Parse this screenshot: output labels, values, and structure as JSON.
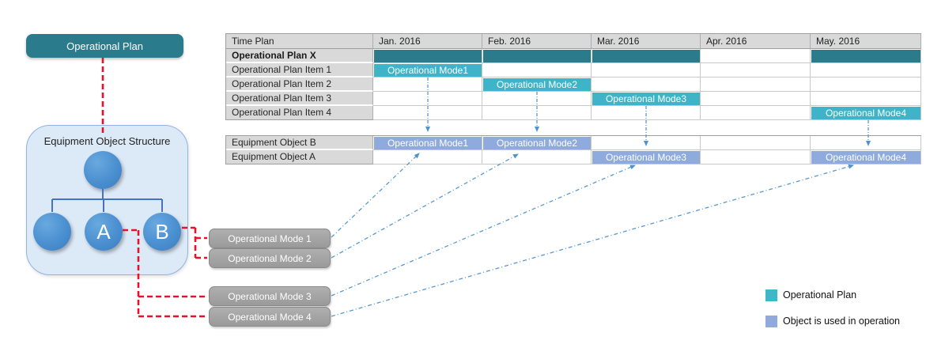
{
  "plan_box": {
    "label": "Operational Plan"
  },
  "structure": {
    "title": "Equipment Object Structure",
    "node_a_label": "A",
    "node_b_label": "B"
  },
  "mode_boxes": {
    "mode1": "Operational Mode 1",
    "mode2": "Operational Mode 2",
    "mode3": "Operational Mode 3",
    "mode4": "Operational Mode 4"
  },
  "timeline": {
    "headers": [
      "Time Plan",
      "Jan. 2016",
      "Feb. 2016",
      "Mar. 2016",
      "Apr. 2016",
      "May. 2016"
    ],
    "plan_rows": {
      "plan_x": "Operational Plan X",
      "item1": "Operational Plan Item 1",
      "item2": "Operational Plan Item 2",
      "item3": "Operational Plan Item 3",
      "item4": "Operational Plan Item 4"
    },
    "equipment_rows": {
      "b": "Equipment Object B",
      "a": "Equipment Object A"
    },
    "bars": {
      "item1": "Operational Mode1",
      "item2": "Operational Mode2",
      "item3": "Operational Mode3",
      "item4": "Operational Mode4",
      "eq_b_1": "Operational Mode1",
      "eq_b_2": "Operational Mode2",
      "eq_a_3": "Operational Mode3",
      "eq_a_4": "Operational Mode4"
    }
  },
  "legend": {
    "items": [
      {
        "label": "Operational Plan",
        "color": "#3FB6C9"
      },
      {
        "label": "Object is used in operation",
        "color": "#8FAADC"
      }
    ]
  },
  "colors": {
    "plan_dark_teal": "#2A7C8D",
    "mode_light_teal": "#3FB4C9",
    "object_purple": "#8FAADC",
    "mode_box_gray": "#A4A4A4",
    "table_label_gray": "#D9D9D9",
    "red_connector": "#E8112A",
    "blue_arrow": "#5898CF",
    "tree_line_blue": "#4472C4",
    "node_blue": "#4A8FD0"
  }
}
